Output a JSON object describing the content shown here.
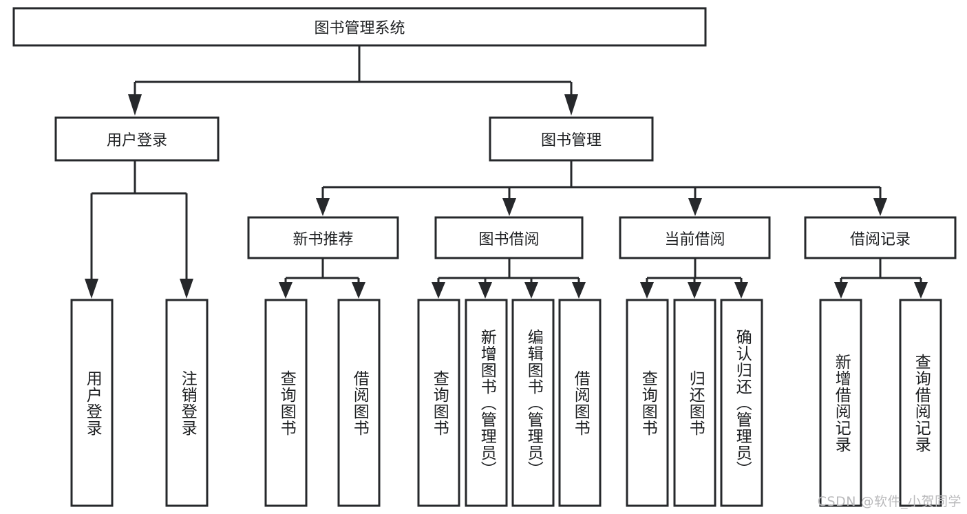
{
  "diagram": {
    "title": "图书管理系统",
    "type": "hierarchy-tree",
    "watermark": "CSDN @软件_小贺同学",
    "colors": {
      "stroke": "#26282b",
      "fill": "#ffffff",
      "text": "#1d1f21",
      "watermark": "#b9b9bb"
    },
    "root": {
      "label": "图书管理系统"
    },
    "level2": [
      {
        "label": "用户登录"
      },
      {
        "label": "图书管理"
      }
    ],
    "level3": [
      {
        "label": "新书推荐"
      },
      {
        "label": "图书借阅"
      },
      {
        "label": "当前借阅"
      },
      {
        "label": "借阅记录"
      }
    ],
    "leaves": {
      "user_login": [
        {
          "label": "用户登录"
        },
        {
          "label": "注销登录"
        }
      ],
      "new_book_recommend": [
        {
          "label": "查询图书"
        },
        {
          "label": "借阅图书"
        }
      ],
      "book_borrow": [
        {
          "label": "查询图书"
        },
        {
          "label": "新增图书（管理员）"
        },
        {
          "label": "编辑图书（管理员）"
        },
        {
          "label": "借阅图书"
        }
      ],
      "current_borrow": [
        {
          "label": "查询图书"
        },
        {
          "label": "归还图书"
        },
        {
          "label": "确认归还（管理员）"
        }
      ],
      "borrow_record": [
        {
          "label": "新增借阅记录"
        },
        {
          "label": "查询借阅记录"
        }
      ]
    }
  }
}
